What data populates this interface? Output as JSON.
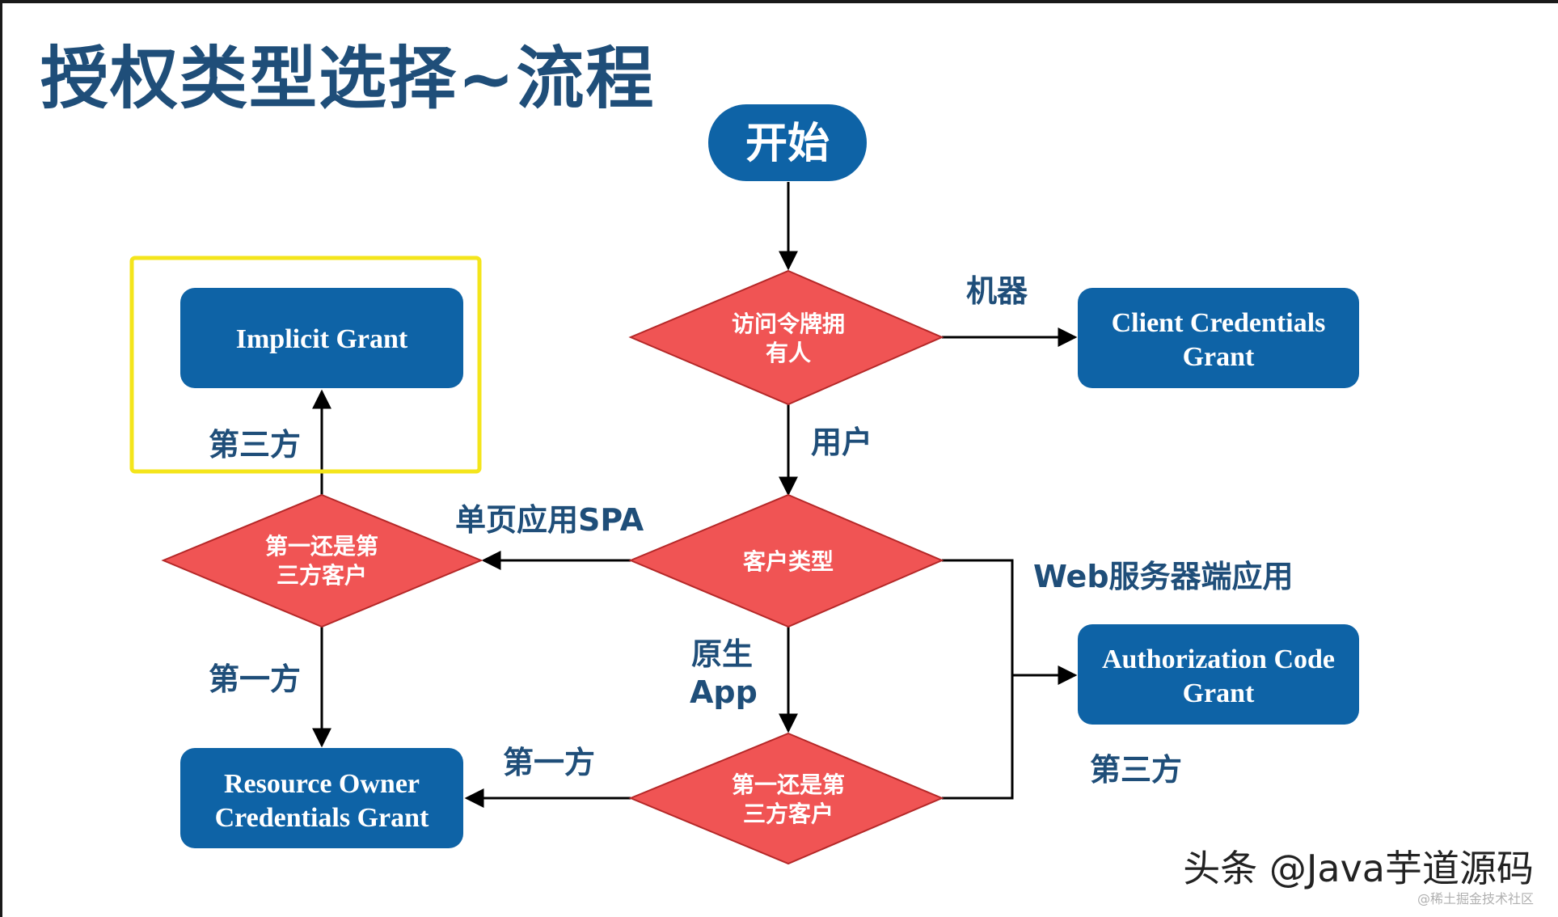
{
  "title": "授权类型选择~流程",
  "colors": {
    "title": "#1f4e79",
    "box": "#0e63a6",
    "diamond": "#f05454",
    "highlight": "#f4e51b",
    "edge_label": "#1f4e79"
  },
  "nodes": {
    "start": "开始",
    "d_owner": [
      "访问令牌拥",
      "有人"
    ],
    "d_client_type": "客户类型",
    "d_party_left": [
      "第一还是第",
      "三方客户"
    ],
    "d_party_bottom": [
      "第一还是第",
      "三方客户"
    ],
    "implicit": "Implicit Grant",
    "client_credentials": [
      "Client Credentials",
      "Grant"
    ],
    "auth_code": [
      "Authorization Code",
      "Grant"
    ],
    "resource_owner": [
      "Resource Owner",
      "Credentials Grant"
    ]
  },
  "edges": {
    "machine": "机器",
    "user": "用户",
    "spa": "单页应用SPA",
    "web": "Web服务器端应用",
    "native": [
      "原生",
      "App"
    ],
    "third_party_left": "第三方",
    "first_party_left": "第一方",
    "first_party_bottom": "第一方",
    "third_party_right": "第三方"
  },
  "watermark": "头条 @Java芋道源码",
  "watermark_small": "@稀土掘金技术社区"
}
